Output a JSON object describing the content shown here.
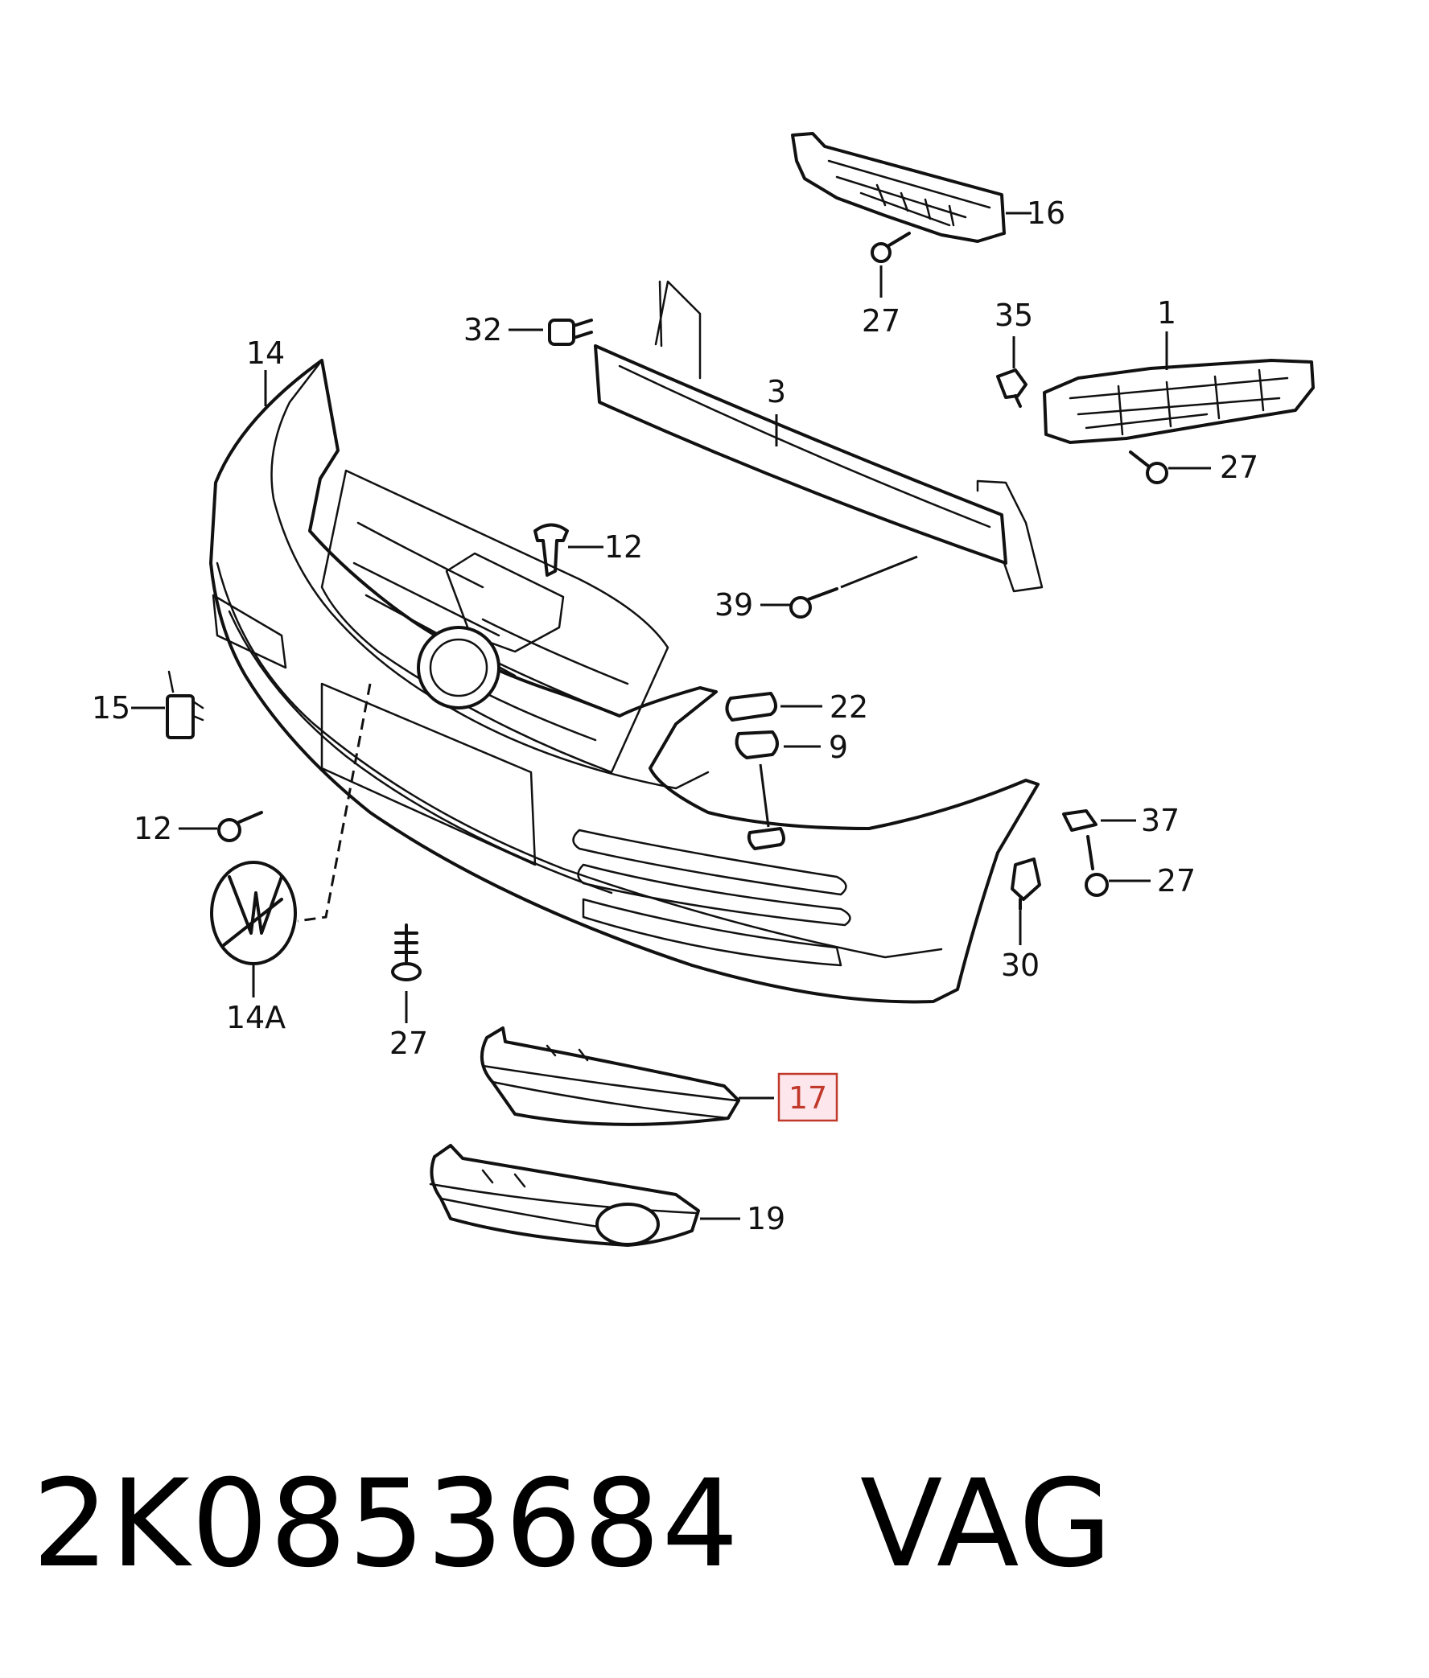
{
  "callouts": {
    "c16": "16",
    "c27_top": "27",
    "c32": "32",
    "c35": "35",
    "c1": "1",
    "c3": "3",
    "c14": "14",
    "c27_right": "27",
    "c12_top": "12",
    "c39": "39",
    "c15": "15",
    "c22": "22",
    "c9": "9",
    "c12_left": "12",
    "c37": "37",
    "c27_mid_right": "27",
    "c30": "30",
    "c14A": "14A",
    "c27_bottom": "27",
    "c17": "17",
    "c19": "19"
  },
  "highlight": {
    "callout": "17",
    "border_color": "#c0392b",
    "fill_color": "#fde7ec"
  },
  "footer": {
    "part_number_line": "2K0853684   VAG"
  }
}
